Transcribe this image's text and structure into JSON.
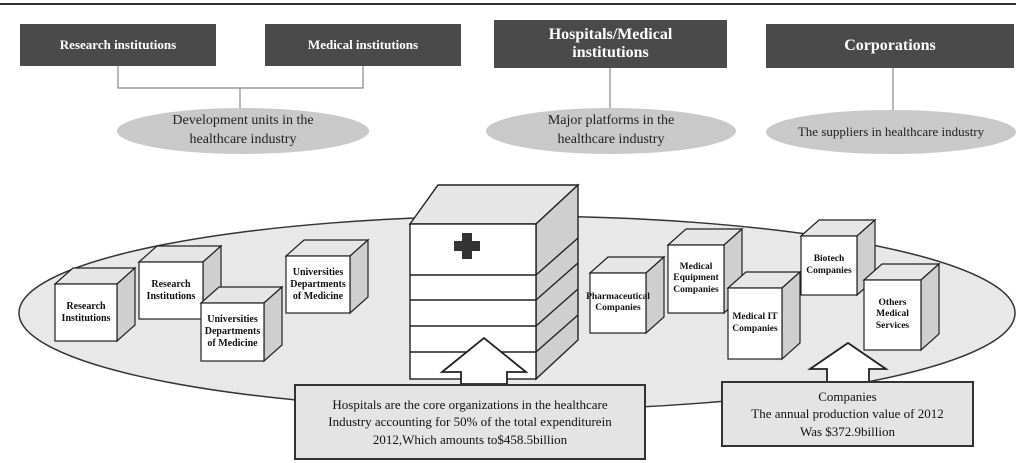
{
  "categories": {
    "research": "Research institutions",
    "medical": "Medical institutions",
    "hospitals_line1": "Hospitals/Medical",
    "hospitals_line2": "institutions",
    "corporations": "Corporations"
  },
  "roles": {
    "development_line1": "Development units in the",
    "development_line2": "healthcare industry",
    "platforms_line1": "Major platforms in the",
    "platforms_line2": "healthcare industry",
    "suppliers": "The suppliers in healthcare industry"
  },
  "cubes": {
    "research_1": "Research Institutions",
    "research_2": "Research Institutions",
    "univ_med_1": "Universities Departments of Medicine",
    "univ_med_2": "Universities Departments of Medicine",
    "pharma": "Pharmaceutical Companies",
    "equipment": "Medical Equipment Companies",
    "medical_it": "Medical IT Companies",
    "biotech": "Biotech Companies",
    "others": "Others Medical Services"
  },
  "callouts": {
    "hospitals_line1": "Hospitals are the core organizations in the healthcare",
    "hospitals_line2": "Industry accounting for 50% of the total expenditurein",
    "hospitals_line3": "2012,Which amounts to$458.5billion",
    "companies_line1": "Companies",
    "companies_line2": "The annual production value of 2012",
    "companies_line3": "Was $372.9billion"
  },
  "colors": {
    "category_box": "#4a4a4a",
    "role_oval": "#c9c9c9",
    "platform_oval": "#e8e8e8",
    "cube_face": "#ffffff",
    "cube_side": "#cfcfcf",
    "cube_top": "#e6e6e6",
    "cross": "#333333",
    "callout_fill": "#e4e4e4"
  },
  "icons": {
    "hospital_symbol": "medical-cross-icon"
  }
}
